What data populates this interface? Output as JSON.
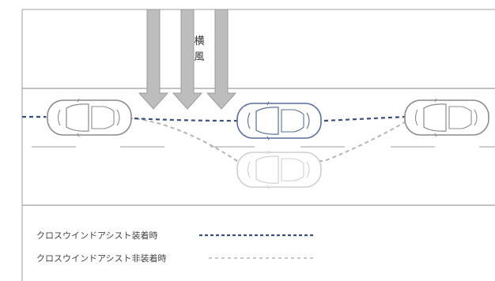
{
  "wind": {
    "label": "横風"
  },
  "legend": {
    "with_assist": "クロスウインドアシスト装着時",
    "without_assist": "クロスウインドアシスト非装着時"
  },
  "colors": {
    "assist_line": "#3a4f7a",
    "no_assist_line": "#b5b5b5",
    "arrow_fill": "#bdbdbd",
    "arrow_stroke": "#9a9a9a",
    "road_edge": "#9e9e9e",
    "highlight_car": "#5a6f99",
    "normal_car": "#8c8c8c",
    "faded_car": "#cfcfcf"
  }
}
